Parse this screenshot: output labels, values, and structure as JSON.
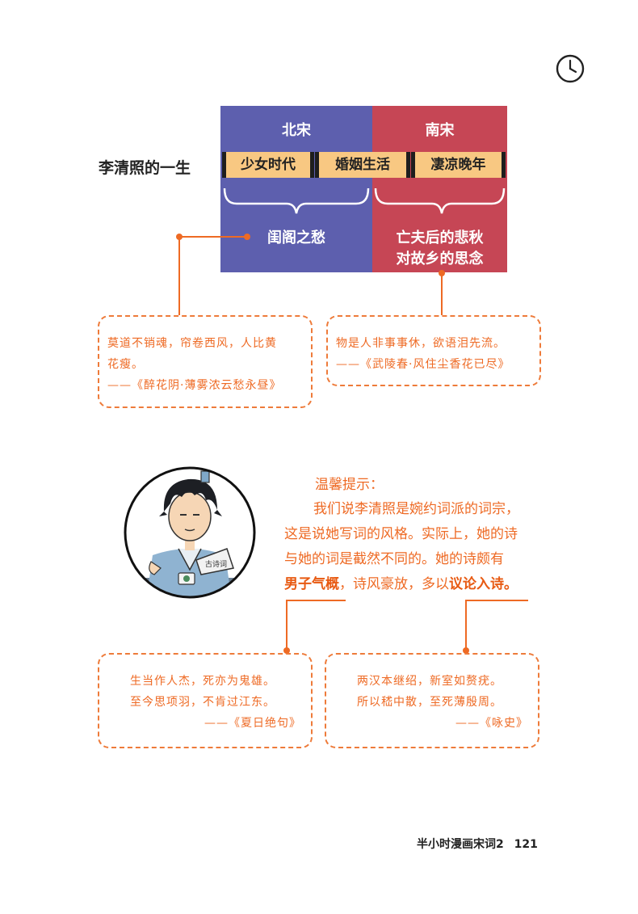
{
  "timeline": {
    "label": "李清照的一生",
    "eras": {
      "north": "北宋",
      "south": "南宋"
    },
    "stages": [
      "少女时代",
      "婚姻生活",
      "凄凉晚年"
    ],
    "summaries": {
      "north": "闺阁之愁",
      "south_line1": "亡夫后的悲秋",
      "south_line2": "对故乡的思念"
    },
    "colors": {
      "north": "#5d5fae",
      "south": "#c64655",
      "stage": "#f8c882"
    }
  },
  "quotes": {
    "q1": {
      "line1": "莫道不销魂，帘卷西风，人比黄",
      "line2": "花瘦。",
      "source": "——《醉花阴·薄雾浓云愁永昼》"
    },
    "q2": {
      "line1": "物是人非事事休，欲语泪先流。",
      "source": "——《武陵春·风住尘香花已尽》"
    },
    "q3": {
      "line1": "生当作人杰，死亦为鬼雄。",
      "line2": "至今思项羽，不肯过江东。",
      "source": "——《夏日绝句》"
    },
    "q4": {
      "line1": "两汉本继绍，新室如赘疣。",
      "line2": "所以嵇中散，至死薄殷周。",
      "source": "——《咏史》"
    }
  },
  "tip": {
    "title": "温馨提示：",
    "line1": "我们说李清照是婉约词派的词宗，",
    "line2": "这是说她写词的风格。实际上，她的诗",
    "line3": "与她的词是截然不同的。她的诗颇有",
    "emph1": "男子气概",
    "mid": "，诗风豪放，多以",
    "emph2": "议论入诗",
    "end": "。",
    "fan_text": "古诗词"
  },
  "footer": {
    "book": "半小时漫画宋词2",
    "page": "121"
  },
  "accent_color": "#ee6a24"
}
